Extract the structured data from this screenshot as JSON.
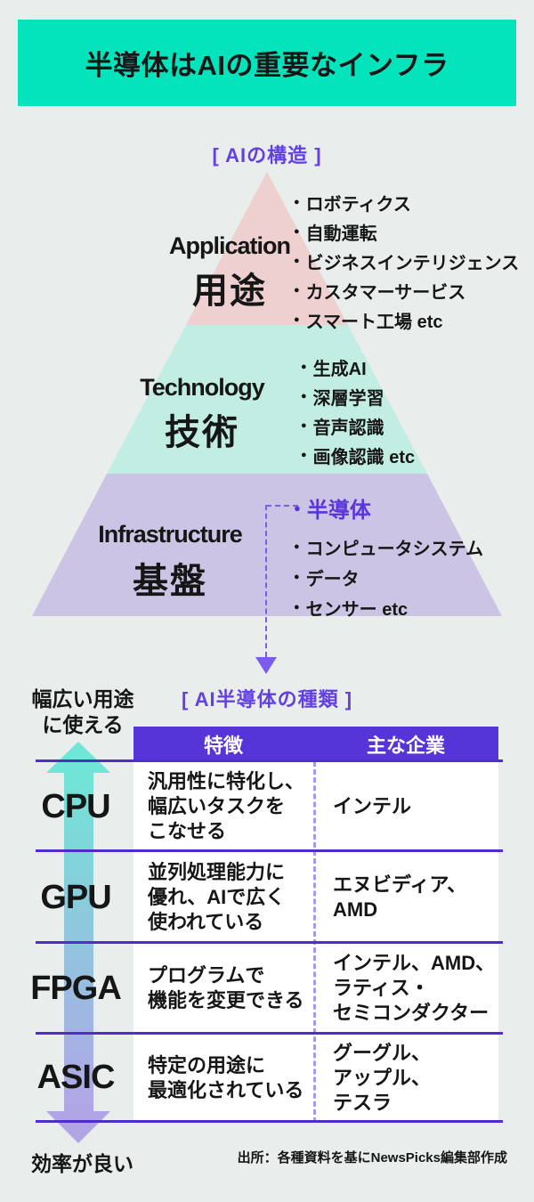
{
  "colors": {
    "page_bg": "#E9EDEC",
    "banner_bg": "#03E3BC",
    "heading_purple": "#6340E4",
    "pyramid_app": "#EDD0CF",
    "pyramid_tech": "#C2EDE2",
    "pyramid_infra": "#CBC4E5",
    "highlight_purple": "#5A35DC",
    "table_header_bg": "#5635D8",
    "table_header_text": "#FFFFFF",
    "table_line": "#4E2DCB",
    "divider_dash": "#A79AEC",
    "connector_dash": "#7B5CEC",
    "arrow_top": "#6FE6D6",
    "arrow_bottom": "#B2A5E6",
    "text_black": "#161616"
  },
  "icons": {
    "bullet": "●"
  },
  "banner": {
    "title": "半導体はAIの重要なインフラ"
  },
  "structure": {
    "heading": "[ AIの構造 ]"
  },
  "pyramid": {
    "layers": [
      {
        "name_en": "Application",
        "name_ja": "用途",
        "items": [
          "ロボティクス",
          "自動運転",
          "ビジネスインテリジェンス",
          "カスタマーサービス",
          "スマート工場 etc"
        ]
      },
      {
        "name_en": "Technology",
        "name_ja": "技術",
        "items": [
          "生成AI",
          "深層学習",
          "音声認識",
          "画像認識 etc"
        ]
      },
      {
        "name_en": "Infrastructure",
        "name_ja": "基盤",
        "highlight": "半導体",
        "items": [
          "コンピュータシステム",
          "データ",
          "センサー etc"
        ]
      }
    ]
  },
  "types": {
    "heading": "[ AI半導体の種類 ]"
  },
  "axis": {
    "top": "幅広い用途\nに使える",
    "bottom": "効率が良い"
  },
  "table": {
    "headers": [
      "特徴",
      "主な企業"
    ],
    "rows": [
      {
        "label": "CPU",
        "features": "汎用性に特化し、\n幅広いタスクを\nこなせる",
        "companies": "インテル"
      },
      {
        "label": "GPU",
        "features": "並列処理能力に\n優れ、AIで広く\n使われている",
        "companies": "エヌビディア、\nAMD"
      },
      {
        "label": "FPGA",
        "features": "プログラムで\n機能を変更できる",
        "companies": "インテル、AMD、\nラティス・\nセミコンダクター"
      },
      {
        "label": "ASIC",
        "features": "特定の用途に\n最適化されている",
        "companies": "グーグル、\nアップル、\nテスラ"
      }
    ]
  },
  "source": {
    "text": "出所：各種資料を基にNewsPicks編集部作成"
  }
}
